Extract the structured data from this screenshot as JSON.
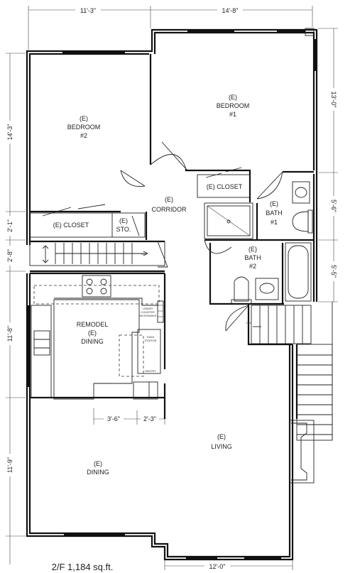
{
  "rooms": {
    "bedroom2": [
      "(E)",
      "BEDROOM",
      "#2"
    ],
    "bedroom1": [
      "(E)",
      "BEDROOM",
      "#1"
    ],
    "corridor": [
      "(E)",
      "CORRIDOR"
    ],
    "closet_right": "(E) CLOSET",
    "closet_left": "(E) CLOSET",
    "storage": [
      "(E)",
      "STO."
    ],
    "bath1": [
      "(E)",
      "BATH",
      "#1"
    ],
    "bath2": [
      "(E)",
      "BATH",
      "#2"
    ],
    "remodel_dining": [
      "REMODEL",
      "(E)",
      "DINING"
    ],
    "dining": [
      "(E)",
      "DINING"
    ],
    "living": [
      "(E)",
      "LIVING"
    ]
  },
  "small_labels": {
    "dn": "DN",
    "pantry": "PANTRY",
    "under_counter_microwave": [
      "UNDER",
      "COUNTER",
      "MICROWAVE"
    ],
    "data_station": [
      "DATA",
      "STATION"
    ]
  },
  "dimensions": {
    "top_left": "11'-3\"",
    "top_right": "14'-8\"",
    "bottom": "12'-0\"",
    "left_bedroom": "14'-3\"",
    "left_closet": "2'-1\"",
    "left_stair": "2'-8\"",
    "left_dining_upper": "11'-8\"",
    "left_dining_lower": "11'-9\"",
    "right_bedroom": "13'-0\"",
    "right_bath1": "5'-6\"",
    "right_bath2": "5'-5\"",
    "counter_1": "3'-6\"",
    "counter_2": "2'-3\""
  },
  "caption": "2/F 1,184 sq.ft."
}
